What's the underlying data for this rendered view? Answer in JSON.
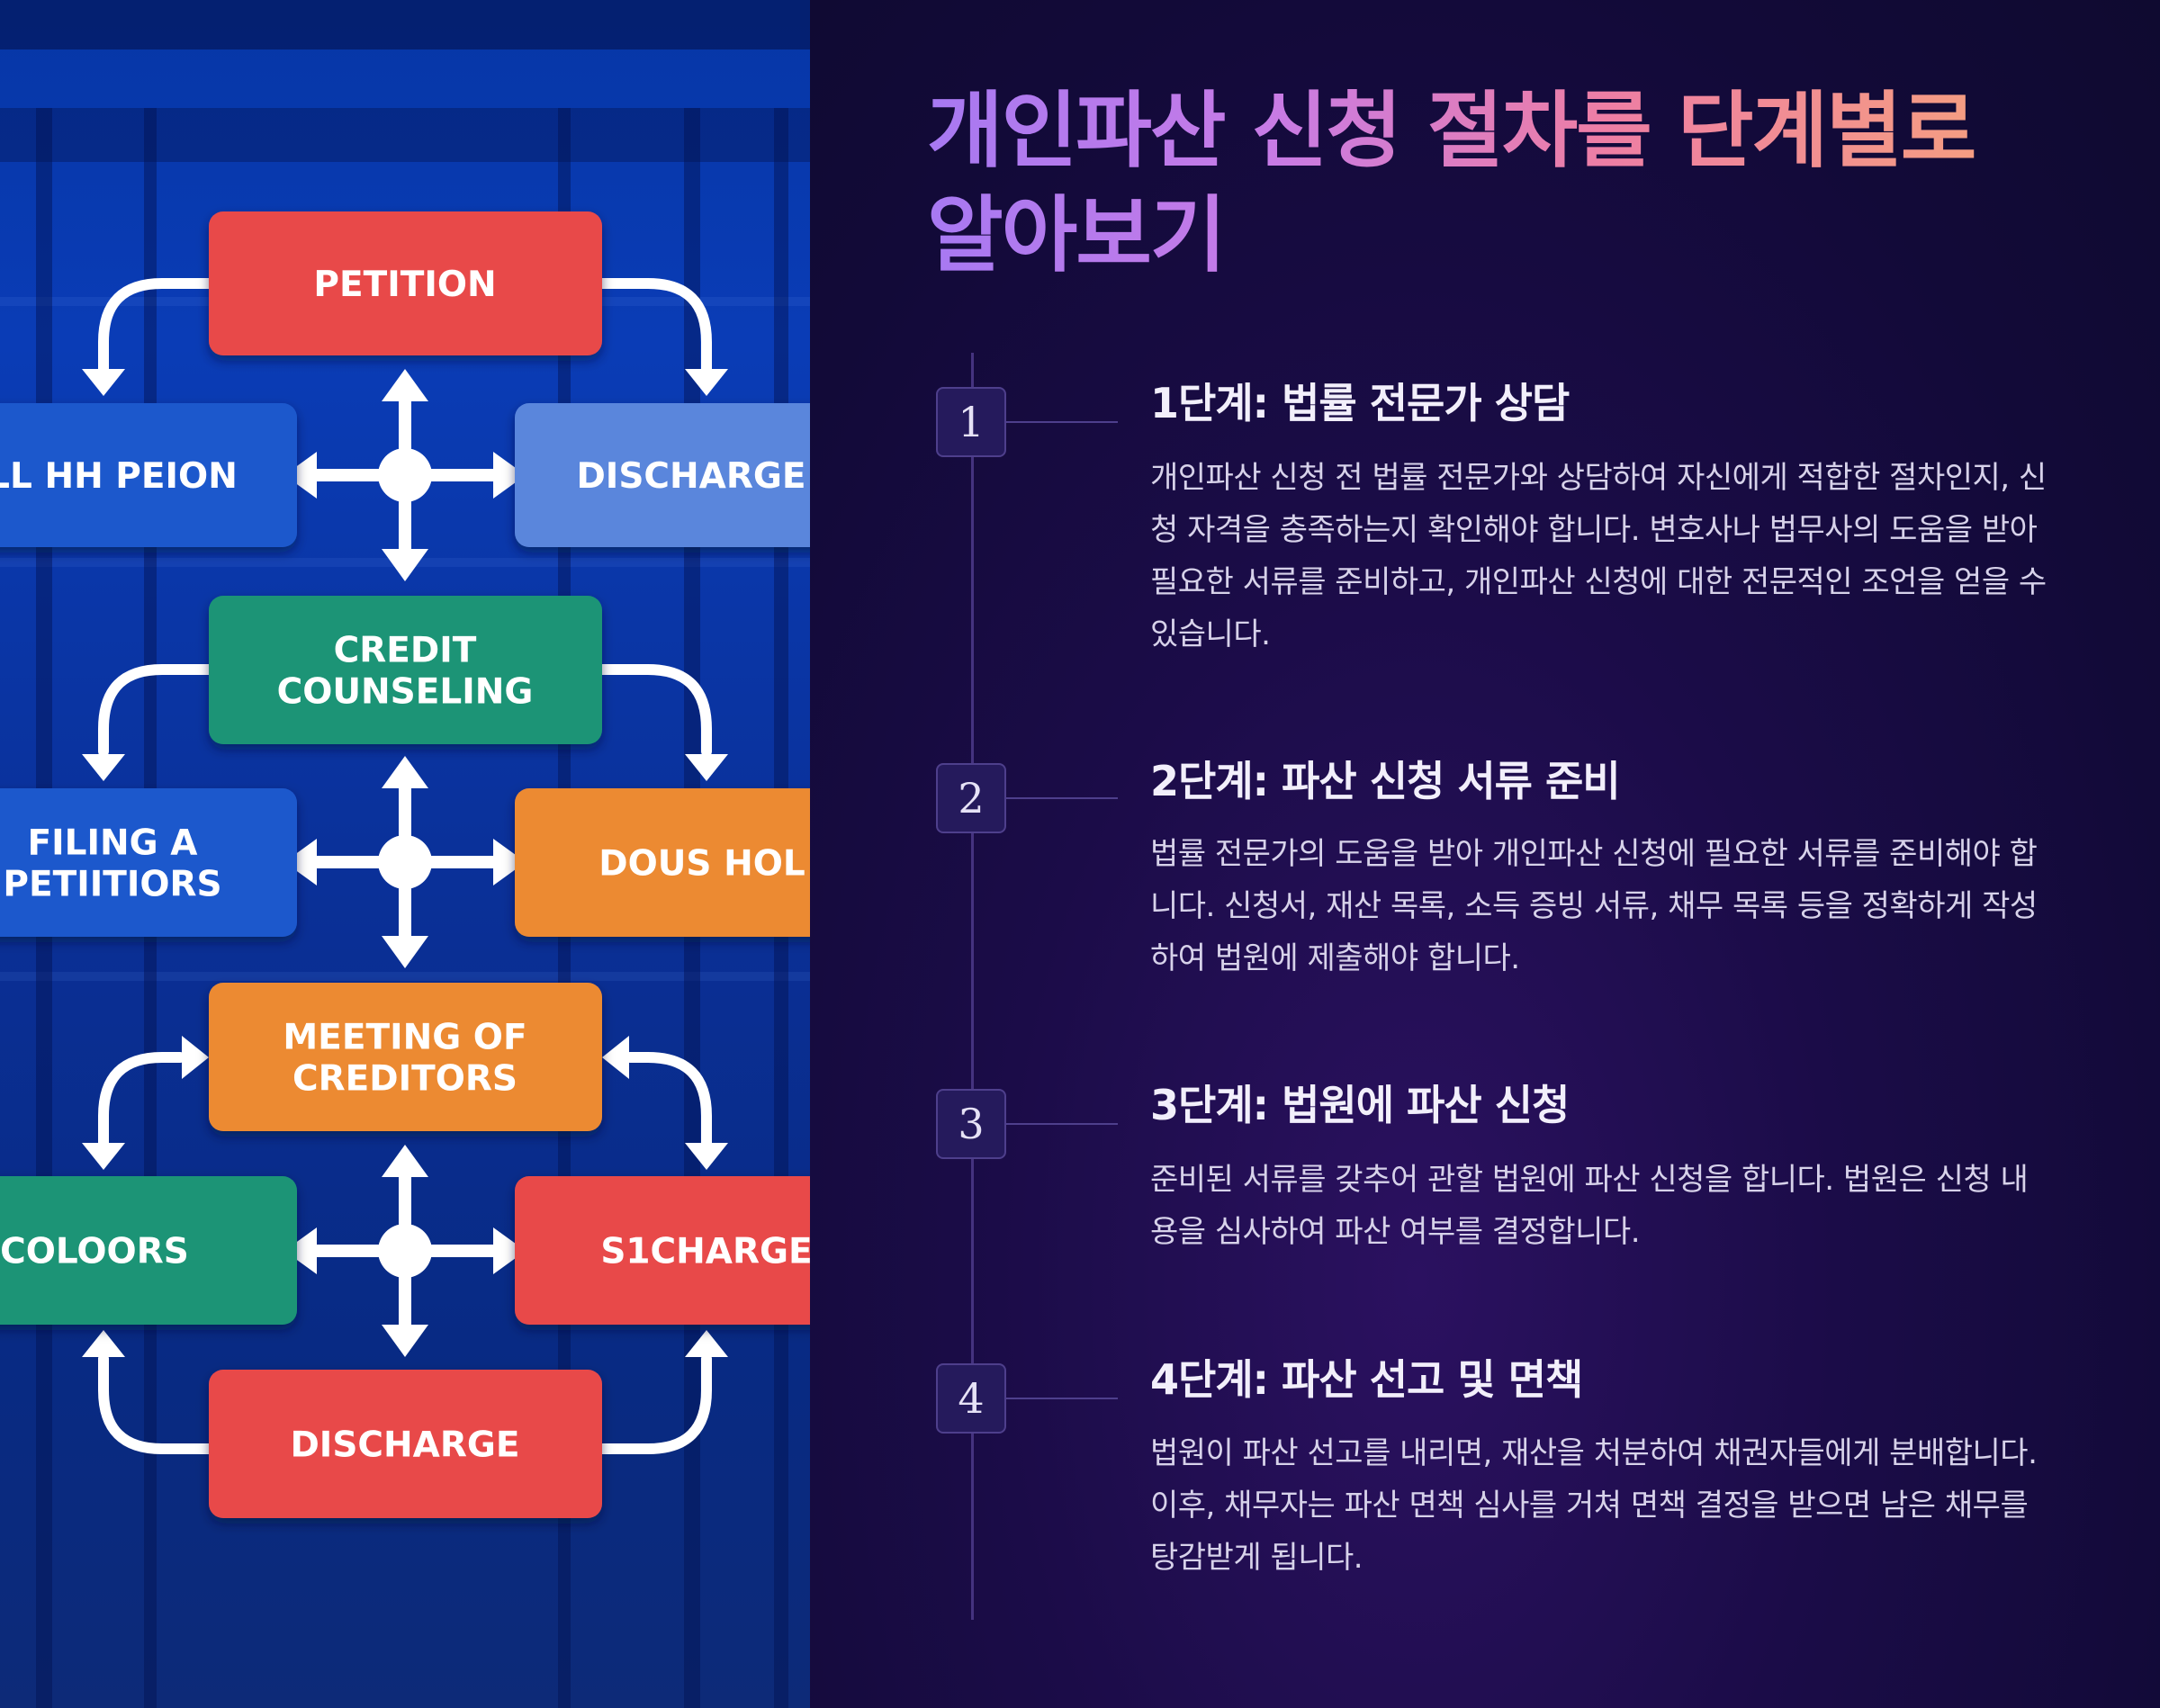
{
  "flowchart": {
    "boxes": [
      {
        "id": "petition",
        "label": [
          "PETITION"
        ],
        "color": "#e84a4a"
      },
      {
        "id": "left1",
        "label": [
          "LL HH PEION"
        ],
        "color": "#1e58cc"
      },
      {
        "id": "discharge-right",
        "label": [
          "DISCHARGE"
        ],
        "color": "#5a86dc"
      },
      {
        "id": "credit-counseling",
        "label": [
          "CREDIT",
          "COUNSELING"
        ],
        "color": "#1a9476"
      },
      {
        "id": "filing",
        "label": [
          "FILING A",
          "PETIITIORS"
        ],
        "color": "#1e58cc"
      },
      {
        "id": "dous-hol",
        "label": [
          "DOUS HOL"
        ],
        "color": "#ec8a32"
      },
      {
        "id": "meeting",
        "label": [
          "MEETING OF",
          "CREDITORS"
        ],
        "color": "#ec8a32"
      },
      {
        "id": "coloors",
        "label": [
          "COLOORS"
        ],
        "color": "#1a9476"
      },
      {
        "id": "s1charge",
        "label": [
          "S1CHARGE"
        ],
        "color": "#e84a4a"
      },
      {
        "id": "discharge-bottom",
        "label": [
          "DISCHARGE"
        ],
        "color": "#e84a4a"
      }
    ]
  },
  "title": "개인파산 신청 절차를 단계별로 알아보기",
  "steps": [
    {
      "number": "1",
      "title": "1단계: 법률 전문가 상담",
      "description": "개인파산 신청 전 법률 전문가와 상담하여 자신에게 적합한 절차인지, 신청 자격을 충족하는지 확인해야 합니다. 변호사나 법무사의 도움을 받아 필요한 서류를 준비하고, 개인파산 신청에 대한 전문적인 조언을 얻을 수 있습니다."
    },
    {
      "number": "2",
      "title": "2단계: 파산 신청 서류 준비",
      "description": "법률 전문가의 도움을 받아 개인파산 신청에 필요한 서류를 준비해야 합니다. 신청서, 재산 목록, 소득 증빙 서류, 채무 목록 등을 정확하게 작성하여 법원에 제출해야 합니다."
    },
    {
      "number": "3",
      "title": "3단계: 법원에 파산 신청",
      "description": "준비된 서류를 갖추어 관할 법원에 파산 신청을 합니다. 법원은 신청 내용을 심사하여 파산 여부를 결정합니다."
    },
    {
      "number": "4",
      "title": "4단계: 파산 선고 및 면책",
      "description": "법원이 파산 선고를 내리면, 재산을 처분하여 채권자들에게 분배합니다. 이후, 채무자는 파산 면책 심사를 거쳐 면책 결정을 받으면 남은 채무를 탕감받게 됩니다."
    }
  ]
}
